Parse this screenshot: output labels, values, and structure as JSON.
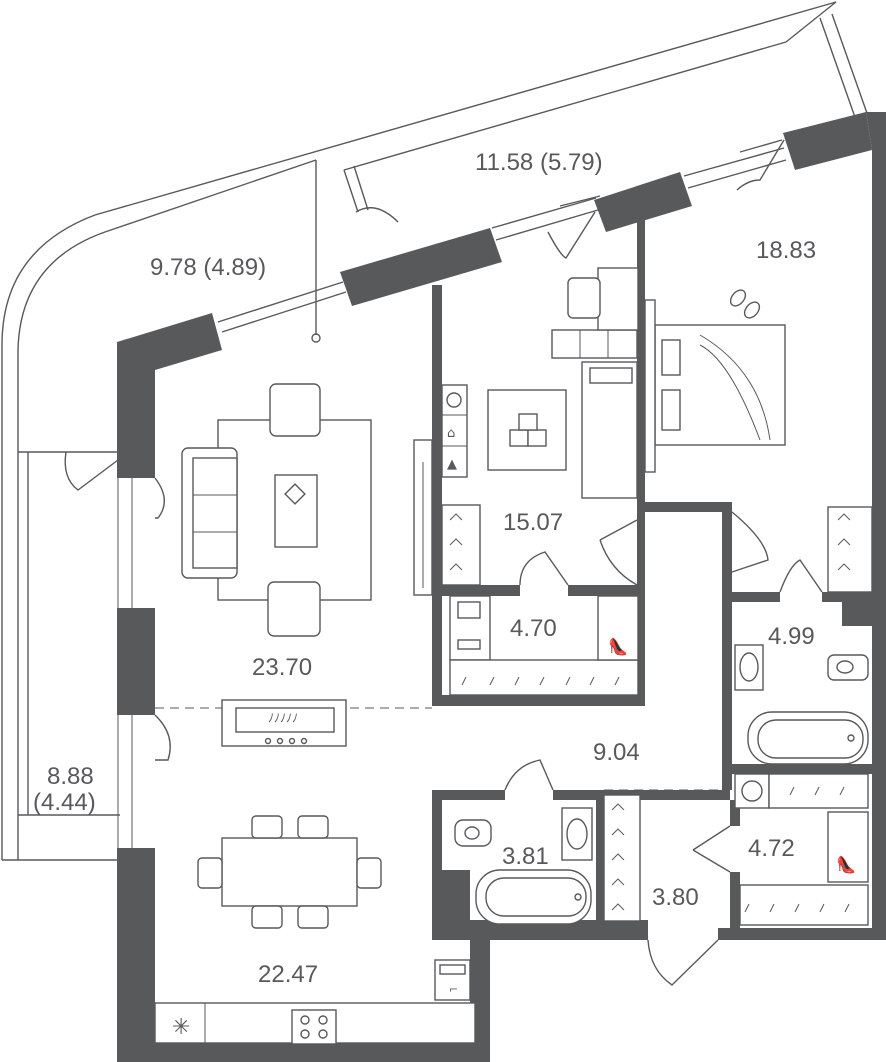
{
  "rooms": [
    {
      "id": "balcony-top",
      "area": "11.58 (5.79)"
    },
    {
      "id": "balcony-left-top",
      "area": "9.78 (4.89)"
    },
    {
      "id": "bedroom",
      "area": "18.83"
    },
    {
      "id": "childroom",
      "area": "15.07"
    },
    {
      "id": "living",
      "area": "23.70"
    },
    {
      "id": "wardrobe-1",
      "area": "4.70"
    },
    {
      "id": "bathroom-1",
      "area": "4.99"
    },
    {
      "id": "hall",
      "area": "9.04"
    },
    {
      "id": "balcony-left",
      "area_line1": "8.88",
      "area_line2": "(4.44)"
    },
    {
      "id": "bathroom-2",
      "area": "3.81"
    },
    {
      "id": "wardrobe-2",
      "area": "4.72"
    },
    {
      "id": "entry",
      "area": "3.80"
    },
    {
      "id": "kitchen",
      "area": "22.47"
    }
  ],
  "icons": [
    "fan-icon",
    "stove-icon",
    "boiler-icon",
    "shoe-icon",
    "hanger-icon",
    "toy-icon"
  ],
  "colors": {
    "wall": "#58595b",
    "background": "#ffffff"
  }
}
